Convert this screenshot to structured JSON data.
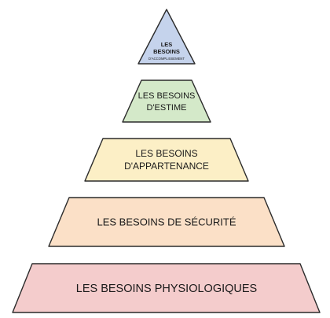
{
  "diagram": {
    "levels": [
      {
        "id": "accomplissement",
        "lines": [
          "LES",
          "BESOINS",
          "D'ACCOMPLISSEMENT"
        ],
        "fill": "#c5d3ec"
      },
      {
        "id": "estime",
        "lines": [
          "LES BESOINS",
          "D'ESTIME"
        ],
        "fill": "#d4e9c9"
      },
      {
        "id": "appartenance",
        "lines": [
          "LES BESOINS",
          "D'APPARTENANCE"
        ],
        "fill": "#fcefc6"
      },
      {
        "id": "securite",
        "lines": [
          "LES BESOINS DE SÉCURITÉ"
        ],
        "fill": "#fbe0c7"
      },
      {
        "id": "physiologiques",
        "lines": [
          "LES BESOINS PHYSIOLOGIQUES"
        ],
        "fill": "#f4cccc"
      }
    ]
  }
}
